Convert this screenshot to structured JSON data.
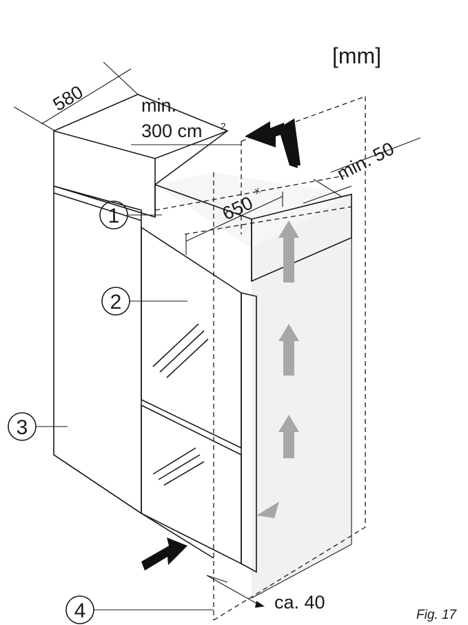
{
  "unit_label": "[mm]",
  "figure_label": "Fig. 17",
  "dimensions": {
    "depth": "580",
    "vent_min": "min.",
    "vent_area": "300 cm",
    "vent_area_sup": "2",
    "inner_depth": "650",
    "inner_depth_sup": "x",
    "gap_top": "min. 50",
    "gap_front": "ca. 40"
  },
  "callouts": [
    "1",
    "2",
    "3",
    "4"
  ],
  "colors": {
    "line": "#1a1a1a",
    "appliance_fill": "#e9e9e9",
    "niche_fill": "#f0f0f0",
    "airflow_arrow": "#a7a7a7",
    "direction_arrow": "#111111"
  },
  "icons": [
    "air-inlet-arrow",
    "air-outlet-arrow",
    "airflow-arrow"
  ]
}
